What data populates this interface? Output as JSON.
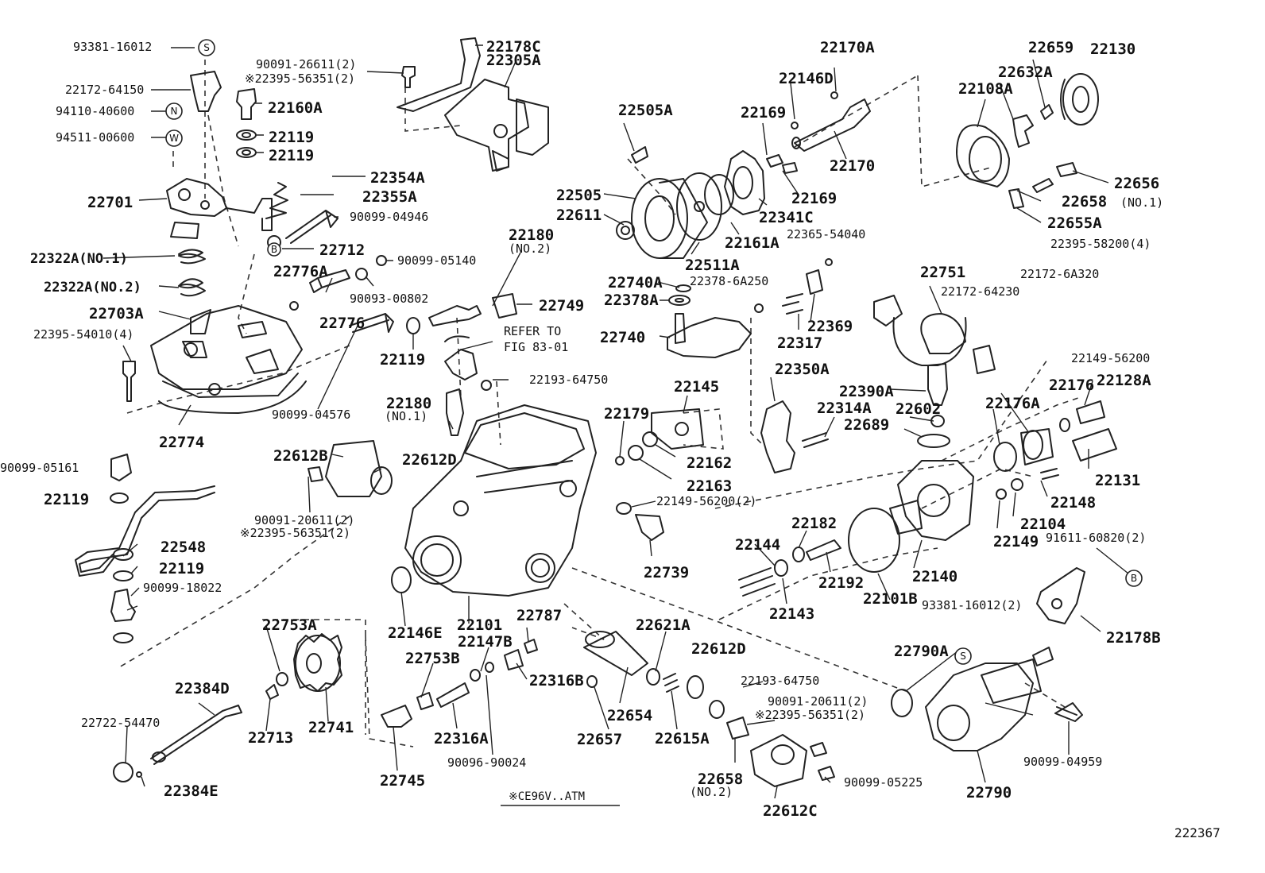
{
  "diagram_id": "222367",
  "footnote": "※CE96V..ATM",
  "refer_note": [
    "REFER TO",
    "FIG 83-01"
  ],
  "labels_large": [
    {
      "text": "22178C"
    },
    {
      "text": "22305A"
    },
    {
      "text": "22160A"
    },
    {
      "text": "22119"
    },
    {
      "text": "22119"
    },
    {
      "text": "22354A"
    },
    {
      "text": "22355A"
    },
    {
      "text": "22701"
    },
    {
      "text": "22712"
    },
    {
      "text": "22776A"
    },
    {
      "text": "22776"
    },
    {
      "text": "22703A"
    },
    {
      "text": "22774"
    },
    {
      "text": "22119"
    },
    {
      "text": "22180"
    },
    {
      "text": "22749"
    },
    {
      "text": "22119"
    },
    {
      "text": "22180"
    },
    {
      "text": "22612B"
    },
    {
      "text": "22612D"
    },
    {
      "text": "22548"
    },
    {
      "text": "22119"
    },
    {
      "text": "22119"
    },
    {
      "text": "22505A"
    },
    {
      "text": "22505"
    },
    {
      "text": "22611"
    },
    {
      "text": "22511A"
    },
    {
      "text": "22161A"
    },
    {
      "text": "22341C"
    },
    {
      "text": "22169"
    },
    {
      "text": "22169"
    },
    {
      "text": "22146D"
    },
    {
      "text": "22170A"
    },
    {
      "text": "22170"
    },
    {
      "text": "22659"
    },
    {
      "text": "22130"
    },
    {
      "text": "22632A"
    },
    {
      "text": "22108A"
    },
    {
      "text": "22656"
    },
    {
      "text": "22658"
    },
    {
      "text": "22655A"
    },
    {
      "text": "22740A"
    },
    {
      "text": "22378A"
    },
    {
      "text": "22740"
    },
    {
      "text": "22369"
    },
    {
      "text": "22317"
    },
    {
      "text": "22751"
    },
    {
      "text": "22350A"
    },
    {
      "text": "22145"
    },
    {
      "text": "22179"
    },
    {
      "text": "22162"
    },
    {
      "text": "22163"
    },
    {
      "text": "22739"
    },
    {
      "text": "22314A"
    },
    {
      "text": "22390A"
    },
    {
      "text": "22602"
    },
    {
      "text": "22689"
    },
    {
      "text": "22176"
    },
    {
      "text": "22128A"
    },
    {
      "text": "22176A"
    },
    {
      "text": "22131"
    },
    {
      "text": "22148"
    },
    {
      "text": "22104"
    },
    {
      "text": "22149"
    },
    {
      "text": "22182"
    },
    {
      "text": "22144"
    },
    {
      "text": "22192"
    },
    {
      "text": "22143"
    },
    {
      "text": "22101B"
    },
    {
      "text": "22140"
    },
    {
      "text": "22178B"
    },
    {
      "text": "22146E"
    },
    {
      "text": "22101"
    },
    {
      "text": "22147B"
    },
    {
      "text": "22787"
    },
    {
      "text": "22753A"
    },
    {
      "text": "22753B"
    },
    {
      "text": "22316B"
    },
    {
      "text": "22621A"
    },
    {
      "text": "22612D"
    },
    {
      "text": "22790A"
    },
    {
      "text": "22384D"
    },
    {
      "text": "22713"
    },
    {
      "text": "22741"
    },
    {
      "text": "22316A"
    },
    {
      "text": "22657"
    },
    {
      "text": "22654"
    },
    {
      "text": "22615A"
    },
    {
      "text": "22745"
    },
    {
      "text": "22658"
    },
    {
      "text": "22612C"
    },
    {
      "text": "22790"
    },
    {
      "text": "22384E"
    }
  ],
  "labels_small": [
    {
      "text": "93381-16012"
    },
    {
      "text": "22172-64150"
    },
    {
      "text": "94110-40600"
    },
    {
      "text": "94511-00600"
    },
    {
      "text": "90091-26611(2)"
    },
    {
      "text": "※22395-56351(2)"
    },
    {
      "text": "90099-04946"
    },
    {
      "text": "22322A(NO.1)"
    },
    {
      "text": "22322A(NO.2)"
    },
    {
      "text": "90099-05140"
    },
    {
      "text": "90093-00802"
    },
    {
      "text": "22395-54010(4)"
    },
    {
      "text": "(NO.2)"
    },
    {
      "text": "90099-04576"
    },
    {
      "text": "22193-64750"
    },
    {
      "text": "(NO.1)"
    },
    {
      "text": "90099-05161"
    },
    {
      "text": "90091-20611(2)"
    },
    {
      "text": "※22395-56351(2)"
    },
    {
      "text": "90099-18022"
    },
    {
      "text": "22365-54040"
    },
    {
      "text": "(NO.1)"
    },
    {
      "text": "22395-58200(4)"
    },
    {
      "text": "22378-6A250"
    },
    {
      "text": "22172-6A320"
    },
    {
      "text": "22172-64230"
    },
    {
      "text": "22149-56200"
    },
    {
      "text": "22149-56200(2)"
    },
    {
      "text": "91611-60820(2)"
    },
    {
      "text": "93381-16012(2)"
    },
    {
      "text": "22722-54470"
    },
    {
      "text": "90096-90024"
    },
    {
      "text": "22193-64750"
    },
    {
      "text": "90091-20611(2)"
    },
    {
      "text": "※22395-56351(2)"
    },
    {
      "text": "(NO.2)"
    },
    {
      "text": "90099-05225"
    },
    {
      "text": "90099-04959"
    }
  ],
  "callouts": [
    {
      "text": "S"
    },
    {
      "text": "N"
    },
    {
      "text": "W"
    },
    {
      "text": "B"
    },
    {
      "text": "B"
    },
    {
      "text": "S"
    }
  ]
}
